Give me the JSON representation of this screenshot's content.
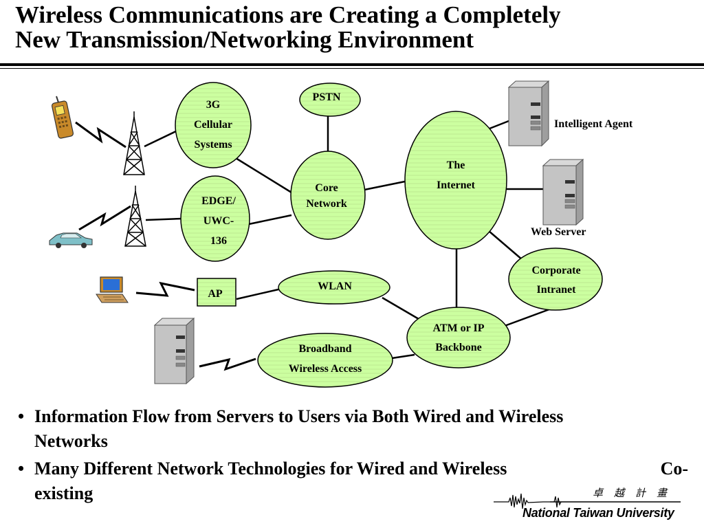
{
  "title": {
    "line1": "Wireless Communications are Creating a Completely",
    "line2": "New Transmission/Networking Environment"
  },
  "diagram": {
    "nodes": {
      "cellular_3g": [
        "3G",
        "Cellular",
        "Systems"
      ],
      "pstn": [
        "PSTN"
      ],
      "edge": [
        "EDGE/",
        "UWC-",
        "136"
      ],
      "core_network": [
        "Core",
        "Network"
      ],
      "internet": [
        "The",
        "Internet"
      ],
      "corporate_intranet": [
        "Corporate",
        "Intranet"
      ],
      "wlan": [
        "WLAN"
      ],
      "ap": [
        "AP"
      ],
      "atm_ip": [
        "ATM or IP",
        "Backbone"
      ],
      "broadband": [
        "Broadband",
        "Wireless Access"
      ]
    },
    "labels": {
      "intelligent_agent": "Intelligent Agent",
      "web_server": "Web Server"
    },
    "colors": {
      "node_fill": "#ccffa0",
      "line": "#000000"
    }
  },
  "bullets": {
    "item1_line1": "Information Flow from Servers to Users via Both Wired and Wireless",
    "item1_line2": "Networks",
    "item2_part1": "Many Different Network Technologies for Wired and Wireless",
    "item2_part2": "Co-",
    "item2_line2": "existing"
  },
  "footer": {
    "cjk": "卓越計畫",
    "brand": "National Taiwan University"
  }
}
